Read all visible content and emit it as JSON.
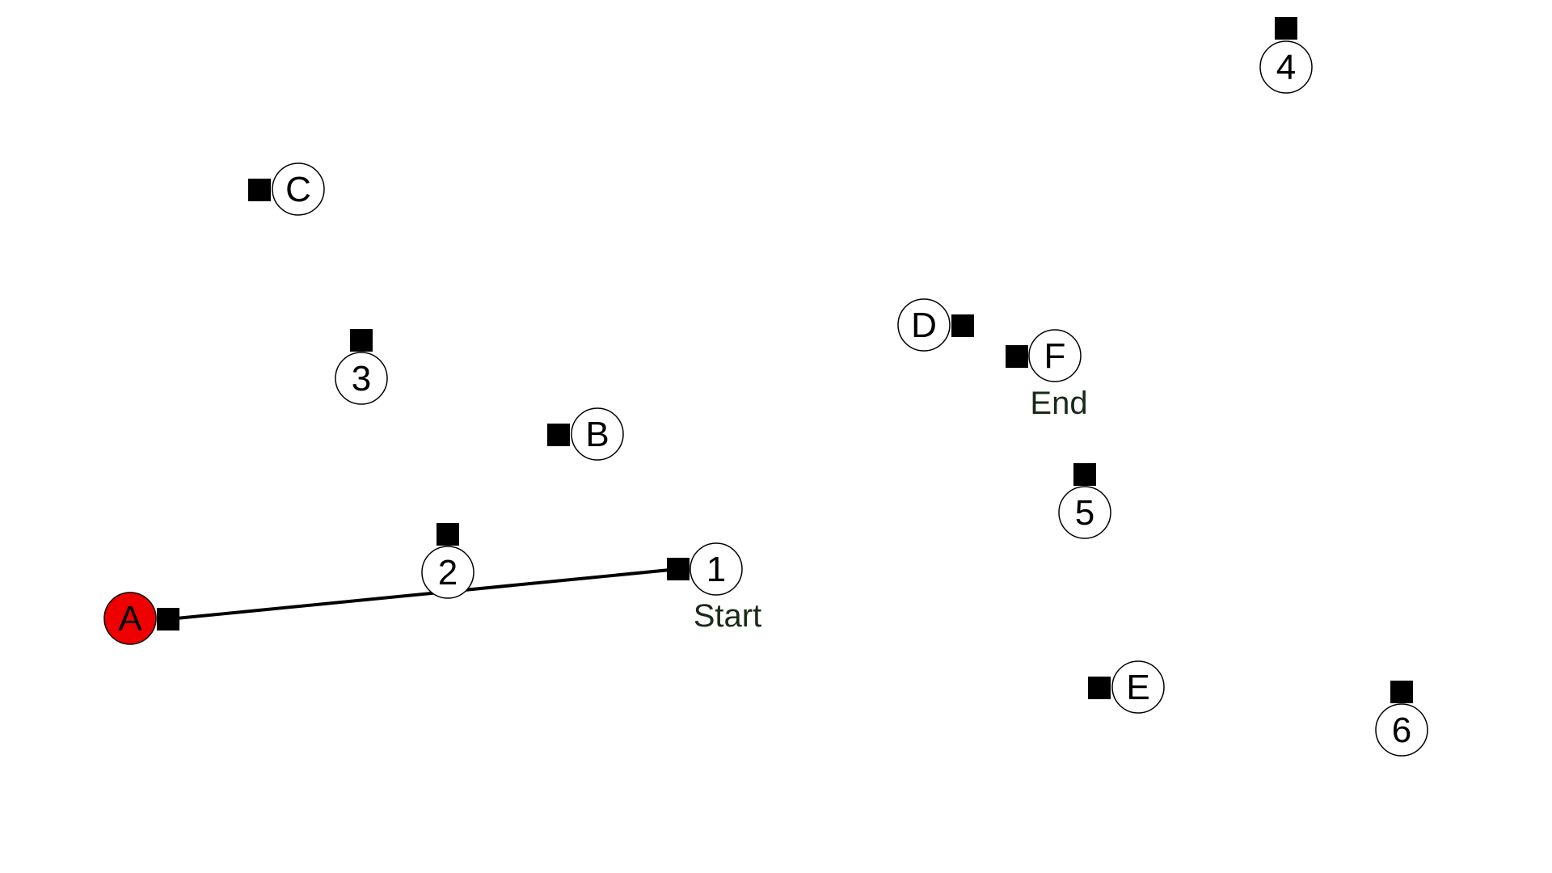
{
  "colors": {
    "background": "#ffffff",
    "node_fill": "#ffffff",
    "node_stroke": "#000000",
    "active_fill": "#ee0000",
    "connector": "#000000",
    "path_line": "#000000",
    "caption": "#1a2a1a"
  },
  "nodes": [
    {
      "id": "A",
      "label": "A",
      "active": true
    },
    {
      "id": "B",
      "label": "B",
      "active": false
    },
    {
      "id": "C",
      "label": "C",
      "active": false
    },
    {
      "id": "D",
      "label": "D",
      "active": false
    },
    {
      "id": "E",
      "label": "E",
      "active": false
    },
    {
      "id": "F",
      "label": "F",
      "active": false
    },
    {
      "id": "1",
      "label": "1",
      "active": false
    },
    {
      "id": "2",
      "label": "2",
      "active": false
    },
    {
      "id": "3",
      "label": "3",
      "active": false
    },
    {
      "id": "4",
      "label": "4",
      "active": false
    },
    {
      "id": "5",
      "label": "5",
      "active": false
    },
    {
      "id": "6",
      "label": "6",
      "active": false
    }
  ],
  "captions": {
    "start": "Start",
    "end": "End"
  },
  "path": [
    {
      "from": "A",
      "to": "1"
    }
  ]
}
